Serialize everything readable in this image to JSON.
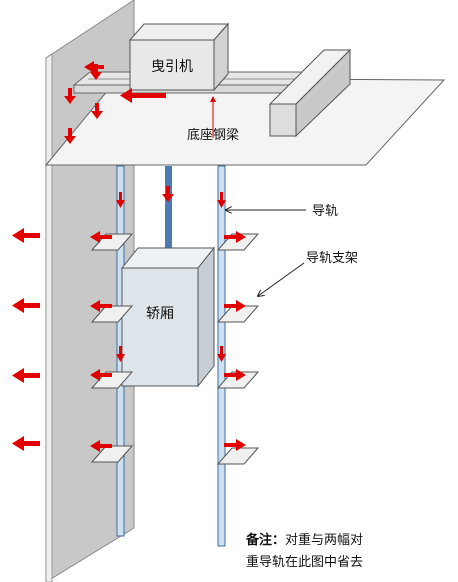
{
  "labels": {
    "traction_machine": "曳引机",
    "base_beam": "底座钢梁",
    "guide_rail": "导轨",
    "rail_bracket": "导轨支架",
    "car": "轿厢"
  },
  "note": {
    "title": "备注：",
    "line1": "对重与两幅对",
    "line2": "重导轨在此图中省去"
  },
  "colors": {
    "wall_face": "#c8c8c8",
    "wall_edge": "#eeeeee",
    "slab": "#f4f4f4",
    "box": "#e3e3e3",
    "car_front": "#dde4ea",
    "rail": "#cfe0ef",
    "rail_edge": "#3a6ea5",
    "arrow": "#e00000",
    "rope": "#4a7bb3",
    "line": "#444444"
  },
  "icons": [
    "red-arrow-left-icon",
    "red-arrow-right-icon",
    "red-arrow-down-icon"
  ]
}
